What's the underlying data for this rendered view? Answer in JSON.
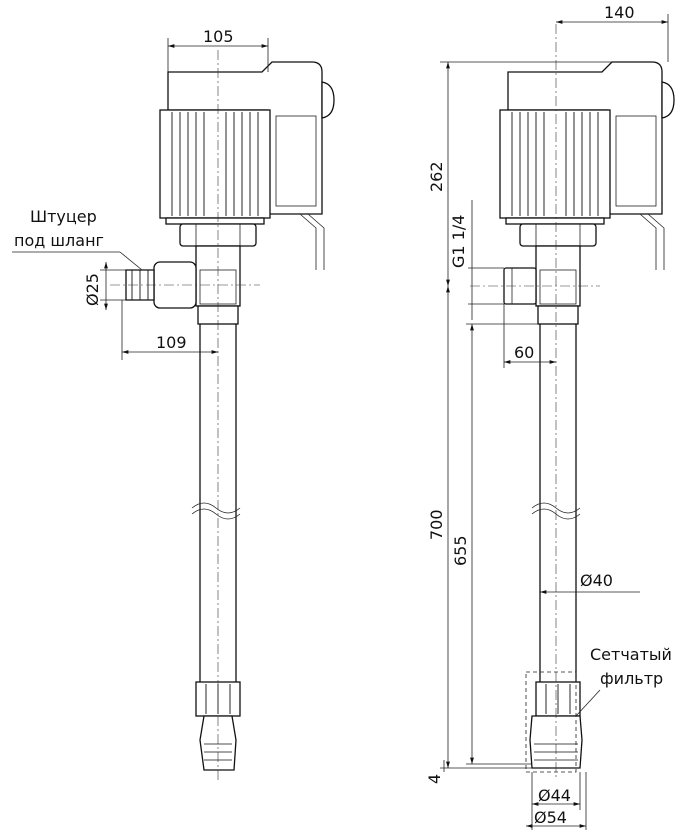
{
  "left_view": {
    "dim_width": "105",
    "callout_hose_line1": "Штуцер",
    "callout_hose_line2": "под шланг",
    "dim_hose_diameter": "Ø25",
    "dim_offset": "109"
  },
  "right_view": {
    "dim_width": "140",
    "dim_motor_height": "262",
    "dim_thread": "G1 1/4",
    "dim_outlet_offset": "60",
    "dim_total_length": "700",
    "dim_immersion_length": "655",
    "dim_tube_diameter": "Ø40",
    "callout_filter_line1": "Сетчатый",
    "callout_filter_line2": "фильтр",
    "dim_gap": "4",
    "dim_foot_inner": "Ø44",
    "dim_foot_outer": "Ø54"
  }
}
